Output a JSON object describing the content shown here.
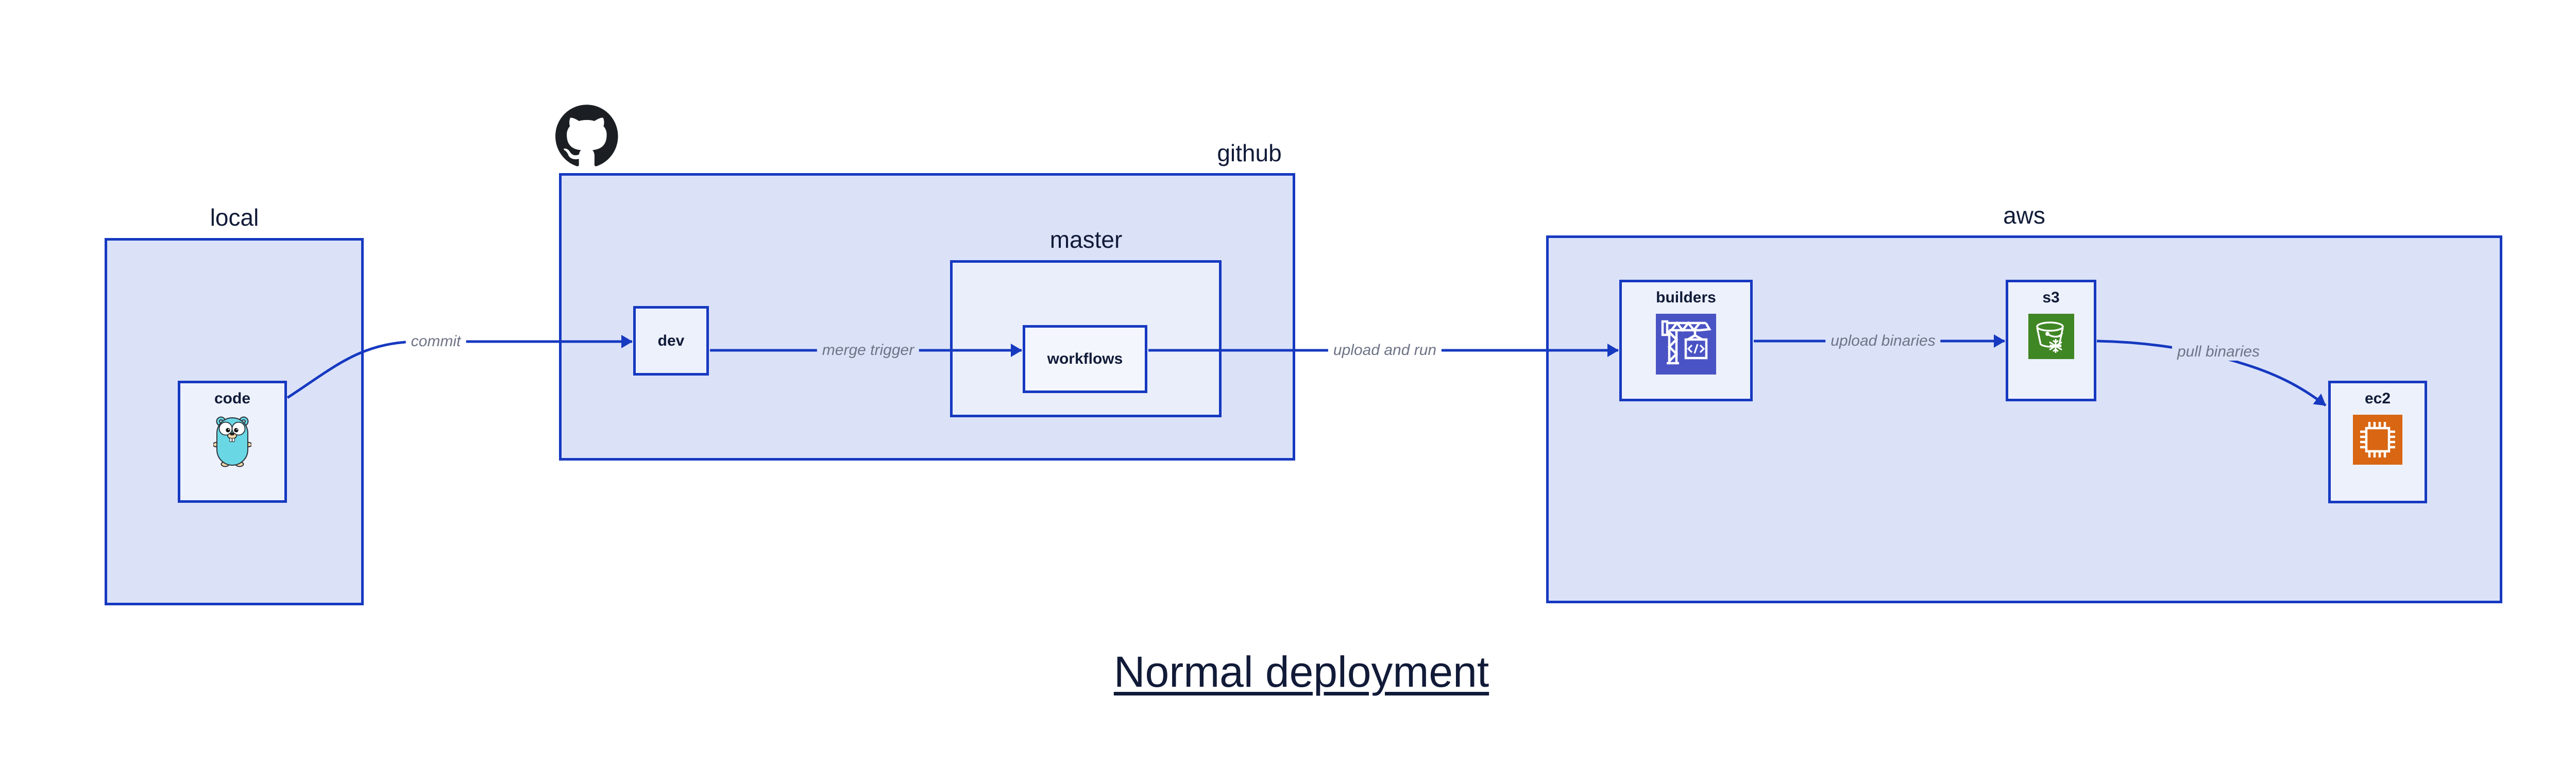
{
  "diagram": {
    "title": "Normal deployment",
    "containers": {
      "local": {
        "label": "local"
      },
      "github": {
        "label": "github",
        "icon": "github-octocat-icon"
      },
      "master": {
        "label": "master"
      },
      "aws": {
        "label": "aws"
      }
    },
    "nodes": {
      "code": {
        "label": "code",
        "icon": "go-gopher-icon"
      },
      "dev": {
        "label": "dev"
      },
      "workflows": {
        "label": "workflows"
      },
      "builders": {
        "label": "builders",
        "icon": "codebuild-crane-icon"
      },
      "s3": {
        "label": "s3",
        "icon": "s3-glacier-bucket-icon"
      },
      "ec2": {
        "label": "ec2",
        "icon": "ec2-chip-icon"
      }
    },
    "edges": [
      {
        "from": "code",
        "to": "dev",
        "label": "commit"
      },
      {
        "from": "dev",
        "to": "workflows",
        "label": "merge trigger"
      },
      {
        "from": "workflows",
        "to": "builders",
        "label": "upload and run"
      },
      {
        "from": "builders",
        "to": "s3",
        "label": "upload binaries"
      },
      {
        "from": "s3",
        "to": "ec2",
        "label": "pull binaries"
      }
    ],
    "colors": {
      "border_and_line_blue": "#1639c0",
      "container_fill": "#dbe2f8",
      "node_fill": "#edf1fb",
      "master_fill": "#e9eefa",
      "workflows_fill": "#f4f6fd",
      "label_navy": "#111b38",
      "edge_label_grey": "#6e7486",
      "codebuild_indigo": "#4a53c4",
      "glacier_green": "#3f8624",
      "ec2_orange": "#d86613",
      "github_black": "#1b1f23",
      "gopher_teal": "#6ad7e5"
    }
  }
}
